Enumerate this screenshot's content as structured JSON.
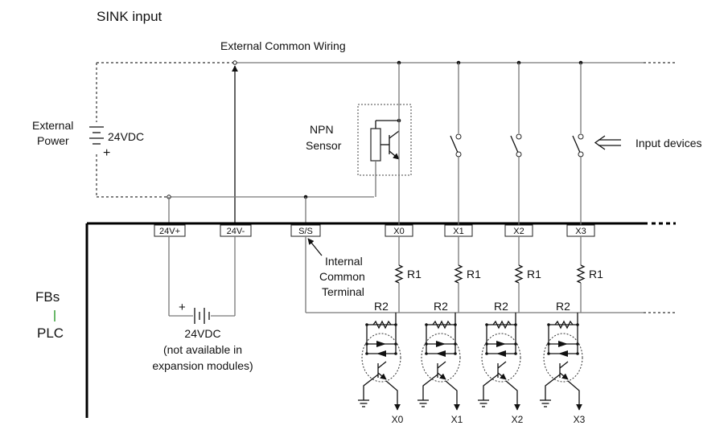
{
  "title": "SINK input",
  "labels": {
    "external_common": "External Common Wiring",
    "external_power_1": "External",
    "external_power_2": "Power",
    "external_voltage": "24VDC",
    "plus": "+",
    "npn_1": "NPN",
    "npn_2": "Sensor",
    "input_devices": "Input devices",
    "fbs": "FBs",
    "plc": "PLC",
    "internal_1": "Internal",
    "internal_2": "Common",
    "internal_3": "Terminal",
    "internal_voltage": "24VDC",
    "note_1": "(not available in",
    "note_2": "expansion modules)"
  },
  "terminals": {
    "plus": "24V+",
    "minus": "24V-",
    "ss": "S/S"
  },
  "channels": [
    {
      "terminal": "X0",
      "input_resistor": "R1",
      "parallel_resistor": "R2",
      "output_label": "X0",
      "device": "npn-sensor"
    },
    {
      "terminal": "X1",
      "input_resistor": "R1",
      "parallel_resistor": "R2",
      "output_label": "X1",
      "device": "switch"
    },
    {
      "terminal": "X2",
      "input_resistor": "R1",
      "parallel_resistor": "R2",
      "output_label": "X2",
      "device": "switch"
    },
    {
      "terminal": "X3",
      "input_resistor": "R1",
      "parallel_resistor": "R2",
      "output_label": "X3",
      "device": "switch"
    }
  ]
}
